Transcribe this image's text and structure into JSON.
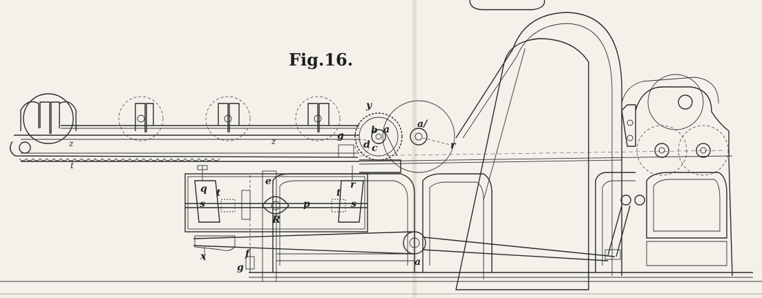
{
  "figure": {
    "title": "Fig.16."
  },
  "labels": {
    "y_top": "y",
    "a_prime": "a/",
    "b": "b",
    "a_gear": "a",
    "c": "c",
    "d": "d",
    "r_top": "r",
    "g_small": "g",
    "z_left": "z",
    "z_mid": "z",
    "t_low": "t",
    "e": "e",
    "q": "q",
    "t_left": "t",
    "t_right": "t",
    "r_box": "r",
    "s_left": "s",
    "s_right": "s",
    "p": "p",
    "R": "R",
    "x": "x",
    "f": "f",
    "g_bottom": "g",
    "a_bottom": "a"
  }
}
